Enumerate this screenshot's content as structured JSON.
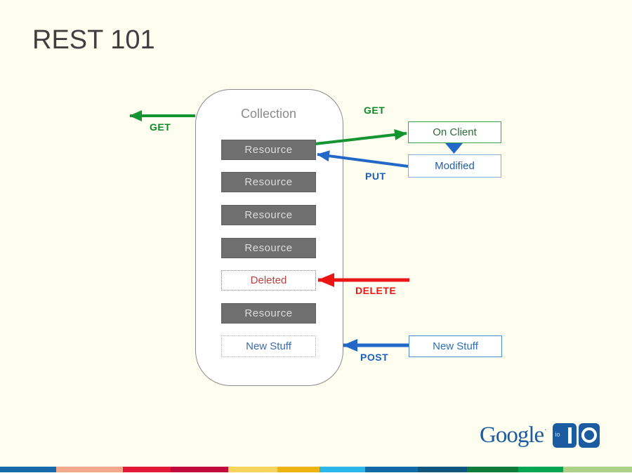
{
  "slide": {
    "title": "REST 101"
  },
  "collection": {
    "label": "Collection",
    "items": [
      {
        "label": "Resource",
        "type": "resource"
      },
      {
        "label": "Resource",
        "type": "resource"
      },
      {
        "label": "Resource",
        "type": "resource"
      },
      {
        "label": "Resource",
        "type": "resource"
      },
      {
        "label": "Deleted",
        "type": "deleted"
      },
      {
        "label": "Resource",
        "type": "resource"
      },
      {
        "label": "New Stuff",
        "type": "new"
      }
    ]
  },
  "client_boxes": {
    "on_client": "On Client",
    "modified": "Modified",
    "new_stuff": "New Stuff"
  },
  "labels": {
    "get_left": "GET",
    "get_right": "GET",
    "put": "PUT",
    "delete": "DELETE",
    "post": "POST"
  },
  "logo": {
    "wordmark": "Google",
    "tm": "·",
    "badge_text": "io"
  },
  "colors": {
    "green": "#149532",
    "blue": "#2268C8",
    "red": "#EC1515",
    "resource_bg": "#6F6F6F",
    "deleted_text": "#BF4038",
    "newstuff_text": "#3C6CAC",
    "onclient_text": "#2E6B3A",
    "logo_blue": "#1B5BA0",
    "slide_bg": "#FDFDF0"
  },
  "footer_stripe": [
    {
      "color": "#1668A8",
      "width": 80
    },
    {
      "color": "#F2A98A",
      "width": 95
    },
    {
      "color": "#E31837",
      "width": 68
    },
    {
      "color": "#C00A3C",
      "width": 82
    },
    {
      "color": "#F8D45C",
      "width": 70
    },
    {
      "color": "#EEB211",
      "width": 60
    },
    {
      "color": "#29B6E8",
      "width": 65
    },
    {
      "color": "#1169A5",
      "width": 75
    },
    {
      "color": "#0E567E",
      "width": 70
    },
    {
      "color": "#0F7A3C",
      "width": 73
    },
    {
      "color": "#00A651",
      "width": 64
    },
    {
      "color": "#ABD186",
      "width": 98
    }
  ]
}
